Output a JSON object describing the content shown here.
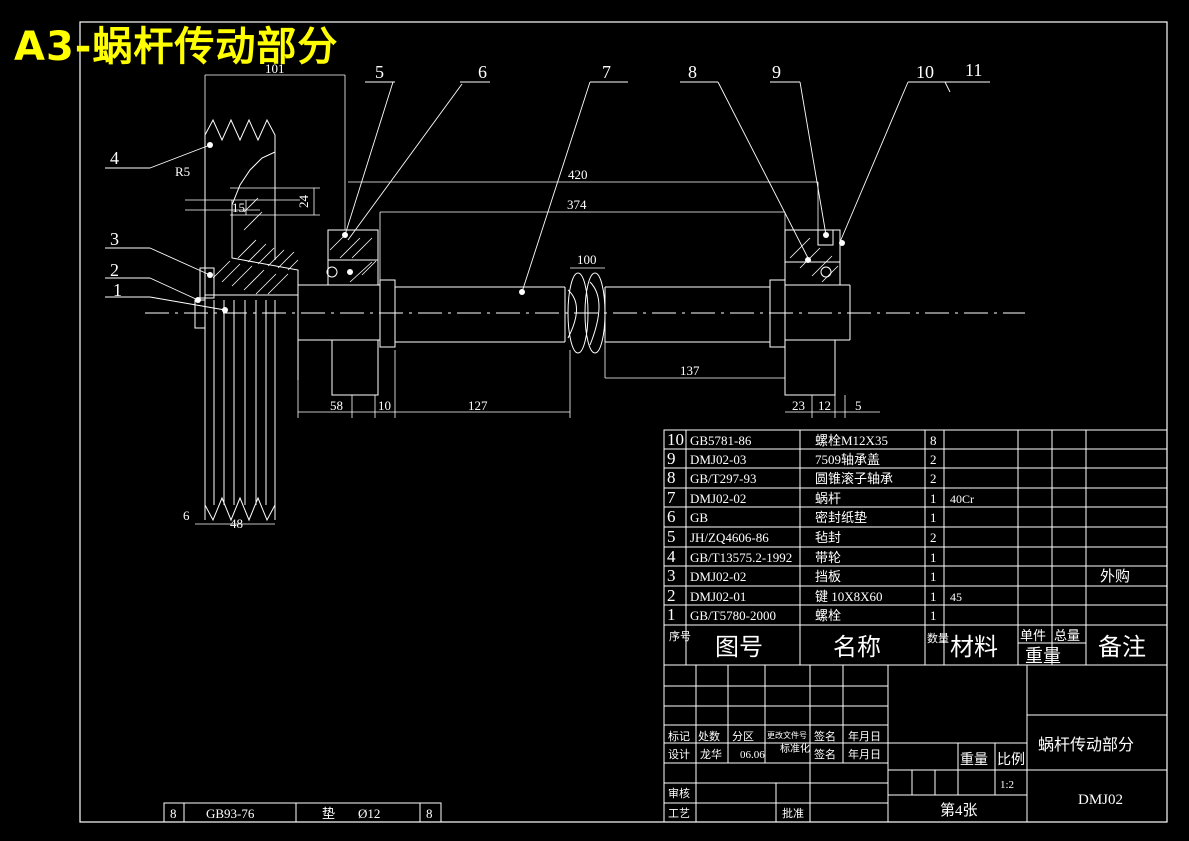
{
  "drawing": {
    "banner_title": "A3-蜗杆传动部分",
    "balloons": [
      "1",
      "2",
      "3",
      "4",
      "5",
      "6",
      "7",
      "8",
      "9",
      "10",
      "11"
    ],
    "dimensions": {
      "d101": "101",
      "d420": "420",
      "d374": "374",
      "d100": "100",
      "d137": "137",
      "d58": "58",
      "d10": "10",
      "d127": "127",
      "d23": "23",
      "d12": "12",
      "d5": "5",
      "d6": "6",
      "d48": "48",
      "d15": "15",
      "d24": "24",
      "r5": "R5"
    }
  },
  "parts_list": {
    "rows": [
      {
        "no": "10",
        "code": "GB5781-86",
        "name": "螺栓M12X35",
        "qty": "8",
        "material": "",
        "note": ""
      },
      {
        "no": "9",
        "code": "DMJ02-03",
        "name": "7509轴承盖",
        "qty": "2",
        "material": "",
        "note": ""
      },
      {
        "no": "8",
        "code": "GB/T297-93",
        "name": "圆锥滚子轴承",
        "qty": "2",
        "material": "",
        "note": ""
      },
      {
        "no": "7",
        "code": "DMJ02-02",
        "name": "蜗杆",
        "qty": "1",
        "material": "40Cr",
        "note": ""
      },
      {
        "no": "6",
        "code": "GB",
        "name": "密封纸垫",
        "qty": "1",
        "material": "",
        "note": ""
      },
      {
        "no": "5",
        "code": "JH/ZQ4606-86",
        "name": "毡封",
        "qty": "2",
        "material": "",
        "note": ""
      },
      {
        "no": "4",
        "code": "GB/T13575.2-1992",
        "name": "带轮",
        "qty": "1",
        "material": "",
        "note": ""
      },
      {
        "no": "3",
        "code": "DMJ02-02",
        "name": "挡板",
        "qty": "1",
        "material": "",
        "note": "外购"
      },
      {
        "no": "2",
        "code": "DMJ02-01",
        "name": "键 10X8X60",
        "qty": "1",
        "material": "45",
        "note": ""
      },
      {
        "no": "1",
        "code": "GB/T5780-2000",
        "name": "螺栓",
        "qty": "1",
        "material": "",
        "note": ""
      }
    ],
    "header": {
      "no": "序号",
      "code": "图号",
      "name": "名称",
      "qty": "数量",
      "material": "材料",
      "unit_weight": "单件",
      "total_weight": "总量",
      "weight": "重量",
      "note": "备注"
    }
  },
  "title_block": {
    "labels": {
      "mark": "标记",
      "count": "处数",
      "zone": "分区",
      "doc": "更改文件号",
      "sign": "签名",
      "date": "年月日",
      "design": "设计",
      "designer": "龙华",
      "design_date": "06.06",
      "std": "标准化",
      "sign2": "签名",
      "date2": "年月日",
      "check": "审核",
      "process": "工艺",
      "approve": "批准",
      "weight": "重量",
      "scale": "比例",
      "scale_value": "1:2",
      "sheet": "第4张"
    },
    "drawing_name": "蜗杆传动部分",
    "drawing_code": "DMJ02"
  },
  "extra_row": {
    "no": "8",
    "code": "GB93-76",
    "name": "垫",
    "size": "Ø12",
    "qty": "8"
  }
}
